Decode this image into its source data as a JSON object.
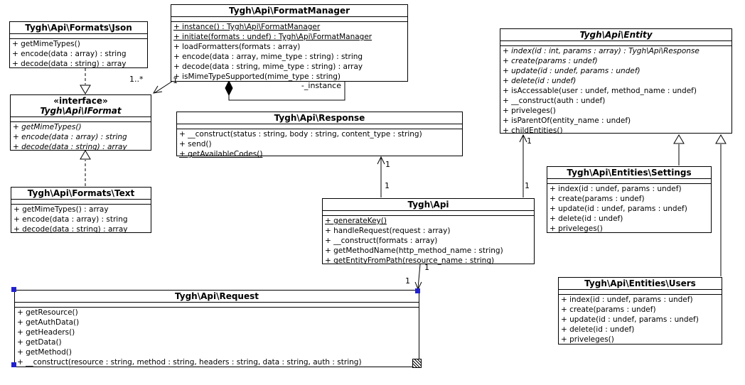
{
  "selection": {
    "handle_color": "#2222cc"
  },
  "classes": {
    "json": {
      "title": "Tygh\\Api\\Formats\\Json",
      "methods": [
        {
          "text": "+ getMimeTypes()"
        },
        {
          "text": "+ encode(data : array) : string"
        },
        {
          "text": "+ decode(data : string) : array"
        }
      ]
    },
    "format_manager": {
      "title": "Tygh\\Api\\FormatManager",
      "methods": [
        {
          "text": "+ instance() : Tygh\\Api\\FormatManager",
          "static": true
        },
        {
          "text": "+ initiate(formats : undef) : Tygh\\Api\\FormatManager",
          "static": true
        },
        {
          "text": "+ loadFormatters(formats : array)"
        },
        {
          "text": "+ encode(data : array, mime_type : string) : string"
        },
        {
          "text": "+ decode(data : string, mime_type : string) : array"
        },
        {
          "text": "+ isMimeTypeSupported(mime_type : string)"
        }
      ]
    },
    "entity": {
      "title": "Tygh\\Api\\Entity",
      "abstract": true,
      "methods": [
        {
          "text": "+ index(id : int, params : array) : Tygh\\Api\\Response",
          "abstract": true
        },
        {
          "text": "+ create(params : undef)",
          "abstract": true
        },
        {
          "text": "+ update(id : undef, params : undef)",
          "abstract": true
        },
        {
          "text": "+ delete(id : undef)",
          "abstract": true
        },
        {
          "text": "+ isAccessable(user : undef, method_name : undef)"
        },
        {
          "text": "+ __construct(auth : undef)"
        },
        {
          "text": "+ priveleges()"
        },
        {
          "text": "+ isParentOf(entity_name : undef)"
        },
        {
          "text": "+ childEntities()"
        }
      ]
    },
    "iformat": {
      "stereotype": "«interface»",
      "title": "Tygh\\Api\\IFormat",
      "abstract": true,
      "methods": [
        {
          "text": "+ getMimeTypes()",
          "abstract": true
        },
        {
          "text": "+ encode(data : array) : string",
          "abstract": true
        },
        {
          "text": "+ decode(data : string) : array",
          "abstract": true
        }
      ]
    },
    "response": {
      "title": "Tygh\\Api\\Response",
      "methods": [
        {
          "text": "+ __construct(status : string, body : string, content_type : string)"
        },
        {
          "text": "+ send()"
        },
        {
          "text": "+ getAvailableCodes()",
          "static": true
        }
      ]
    },
    "text": {
      "title": "Tygh\\Api\\Formats\\Text",
      "methods": [
        {
          "text": "+ getMimeTypes() : array"
        },
        {
          "text": "+ encode(data : array) : string"
        },
        {
          "text": "+ decode(data : string) : array"
        }
      ]
    },
    "api": {
      "title": "Tygh\\Api",
      "methods": [
        {
          "text": "+ generateKey()",
          "static": true
        },
        {
          "text": "+ handleRequest(request : array)"
        },
        {
          "text": "+ __construct(formats : array)"
        },
        {
          "text": "+ getMethodName(http_method_name : string)"
        },
        {
          "text": "+ getEntityFromPath(resource_name : string)"
        }
      ]
    },
    "settings": {
      "title": "Tygh\\Api\\Entities\\Settings",
      "methods": [
        {
          "text": "+ index(id : undef, params : undef)"
        },
        {
          "text": "+ create(params : undef)"
        },
        {
          "text": "+ update(id : undef, params : undef)"
        },
        {
          "text": "+ delete(id : undef)"
        },
        {
          "text": "+ priveleges()"
        }
      ]
    },
    "users": {
      "title": "Tygh\\Api\\Entities\\Users",
      "methods": [
        {
          "text": "+ index(id : undef, params : undef)"
        },
        {
          "text": "+ create(params : undef)"
        },
        {
          "text": "+ update(id : undef, params : undef)"
        },
        {
          "text": "+ delete(id : undef)"
        },
        {
          "text": "+ priveleges()"
        }
      ]
    },
    "request": {
      "title": "Tygh\\Api\\Request",
      "selected": true,
      "methods": [
        {
          "text": "+ getResource()"
        },
        {
          "text": "+ getAuthData()"
        },
        {
          "text": "+ getHeaders()"
        },
        {
          "text": "+ getData()"
        },
        {
          "text": "+ getMethod()"
        },
        {
          "text": "+ __construct(resource : string, method : string, headers : string, data : string, auth : string)"
        }
      ]
    }
  },
  "labels": {
    "fm_iformat_target": "1..*",
    "fm_iformat_source": "1",
    "fm_self_role": "-_instance",
    "api_response_target": "1",
    "api_response_source": "1",
    "api_entity_target": "1",
    "api_entity_source": "1",
    "api_request_source": "1",
    "api_request_target": "1"
  }
}
